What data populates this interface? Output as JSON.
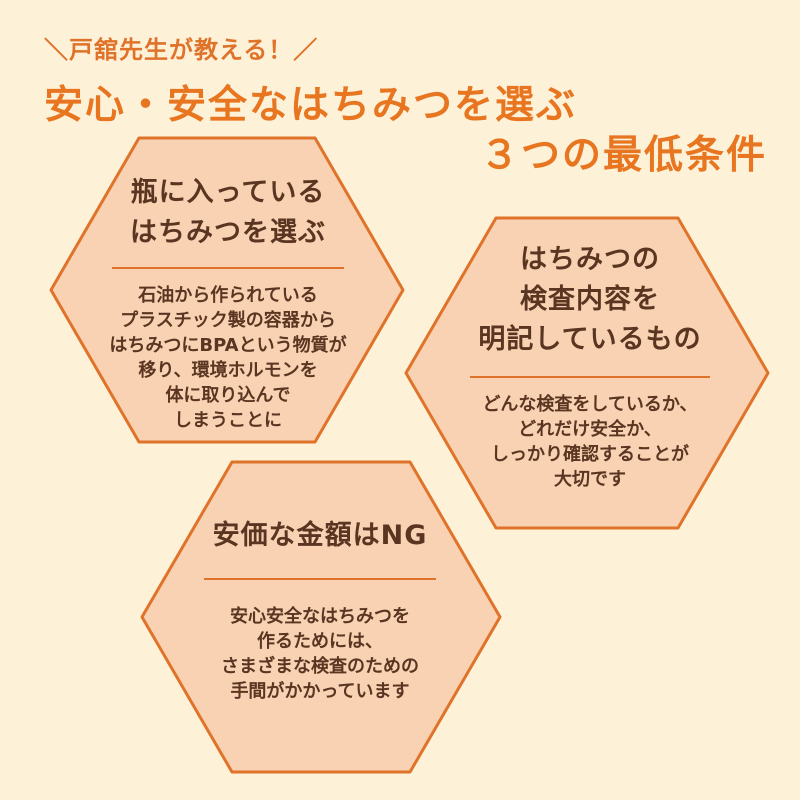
{
  "header": {
    "subtitle": "＼戸舘先生が教える！／",
    "title_line1": "安心・安全なはちみつを選ぶ",
    "title_line2": "３つの最低条件"
  },
  "conditions": [
    {
      "heading": "瓶に入っている\nはちみつを選ぶ",
      "body": "石油から作られている\nプラスチック製の容器から\nはちみつにBPAという物質が\n移り、環境ホルモンを\n体に取り込んで\nしまうことに"
    },
    {
      "heading": "はちみつの\n検査内容を\n明記しているもの",
      "body": "どんな検査をしているか、\nどれだけ安全か、\nしっかり確認することが\n大切です"
    },
    {
      "heading": "安価な金額はNG",
      "body": "安心安全なはちみつを\n作るためには、\nさまざまな検査のための\n手間がかかっています"
    }
  ],
  "colors": {
    "background": "#fdf1d8",
    "accent": "#e8751f",
    "hex_fill": "#f8d2b2",
    "hex_stroke": "#e0732a",
    "text": "#5a3622"
  }
}
